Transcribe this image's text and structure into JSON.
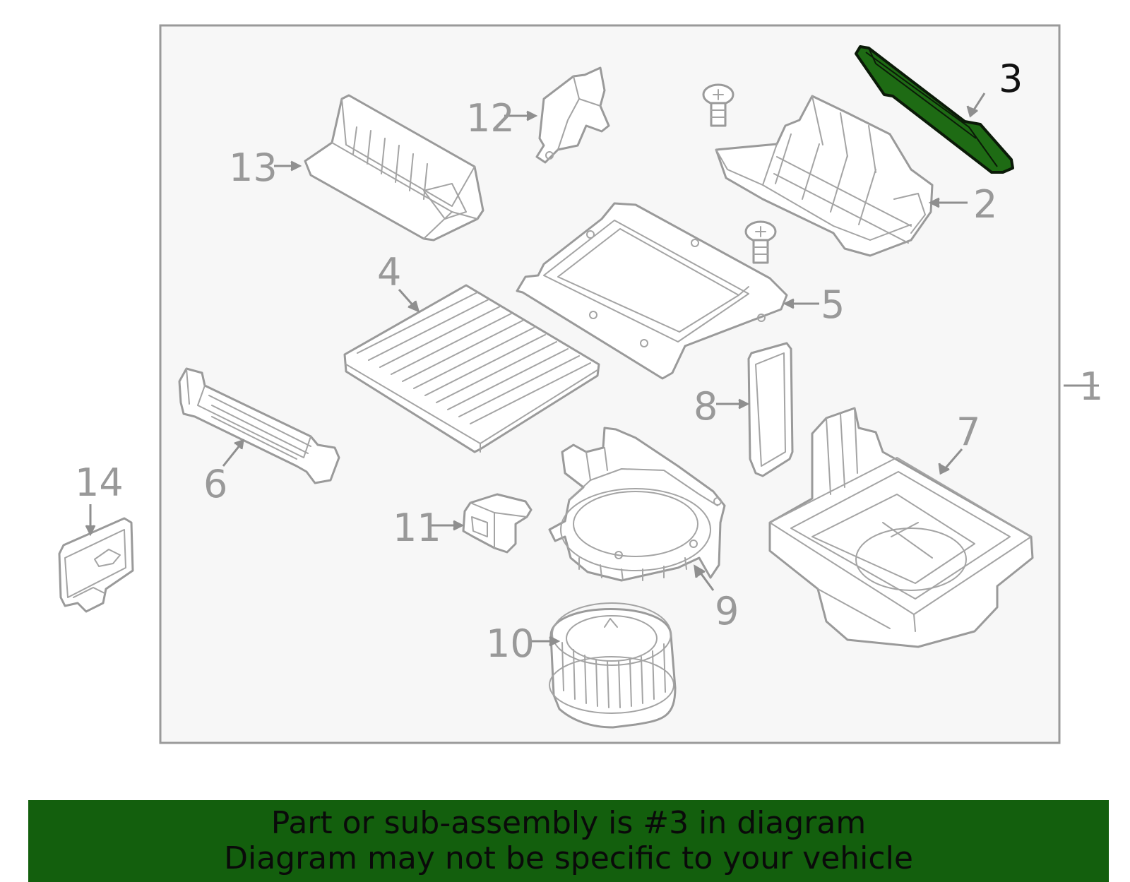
{
  "diagram": {
    "callouts": [
      {
        "number": "1",
        "highlighted": false
      },
      {
        "number": "2",
        "highlighted": false
      },
      {
        "number": "3",
        "highlighted": true
      },
      {
        "number": "4",
        "highlighted": false
      },
      {
        "number": "5",
        "highlighted": false
      },
      {
        "number": "6",
        "highlighted": false
      },
      {
        "number": "7",
        "highlighted": false
      },
      {
        "number": "8",
        "highlighted": false
      },
      {
        "number": "9",
        "highlighted": false
      },
      {
        "number": "10",
        "highlighted": false
      },
      {
        "number": "11",
        "highlighted": false
      },
      {
        "number": "12",
        "highlighted": false
      },
      {
        "number": "13",
        "highlighted": false
      },
      {
        "number": "14",
        "highlighted": false
      }
    ],
    "colors": {
      "highlight_part": "#1e6b14",
      "banner_background": "#135f0d",
      "line_art": "#9a9a9a"
    }
  },
  "banner": {
    "line1": "Part or sub-assembly is #3 in diagram",
    "line2": "Diagram may not be specific to your vehicle"
  }
}
